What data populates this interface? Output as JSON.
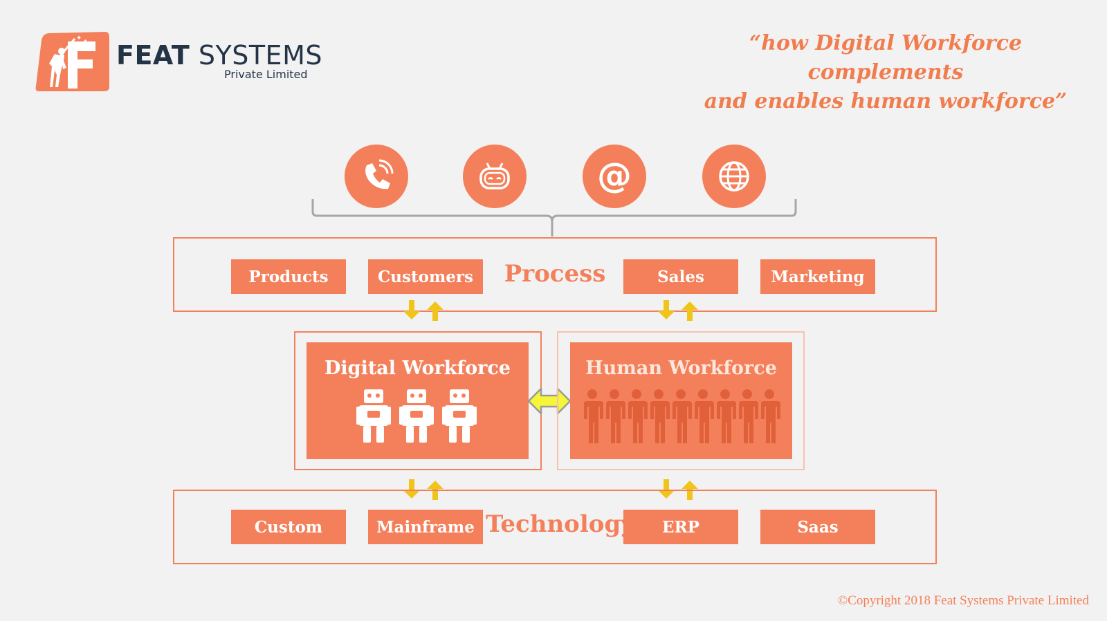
{
  "header": {
    "brand_bold": "FEAT",
    "brand_rest": "SYSTEMS",
    "brand_sub": "Private Limited",
    "quote_line1": "“how Digital Workforce complements",
    "quote_line2": "and enables human workforce”"
  },
  "channels": [
    {
      "icon": "phone-icon"
    },
    {
      "icon": "chatbot-icon"
    },
    {
      "icon": "email-at-icon"
    },
    {
      "icon": "globe-icon"
    }
  ],
  "process": {
    "title": "Process",
    "items": [
      "Products",
      "Customers",
      "Sales",
      "Marketing"
    ]
  },
  "workforce": {
    "digital_title": "Digital Workforce",
    "human_title": "Human Workforce"
  },
  "technology": {
    "title": "Technology",
    "items": [
      "Custom",
      "Mainframe",
      "ERP",
      "Saas"
    ]
  },
  "footer": {
    "copyright": "©Copyright 2018 Feat Systems Private Limited"
  },
  "colors": {
    "accent": "#f4805b",
    "arrow_yellow": "#f0c419",
    "exchange_arrow": "#f5f53a",
    "brand_text": "#243447",
    "background": "#f2f2f2"
  }
}
